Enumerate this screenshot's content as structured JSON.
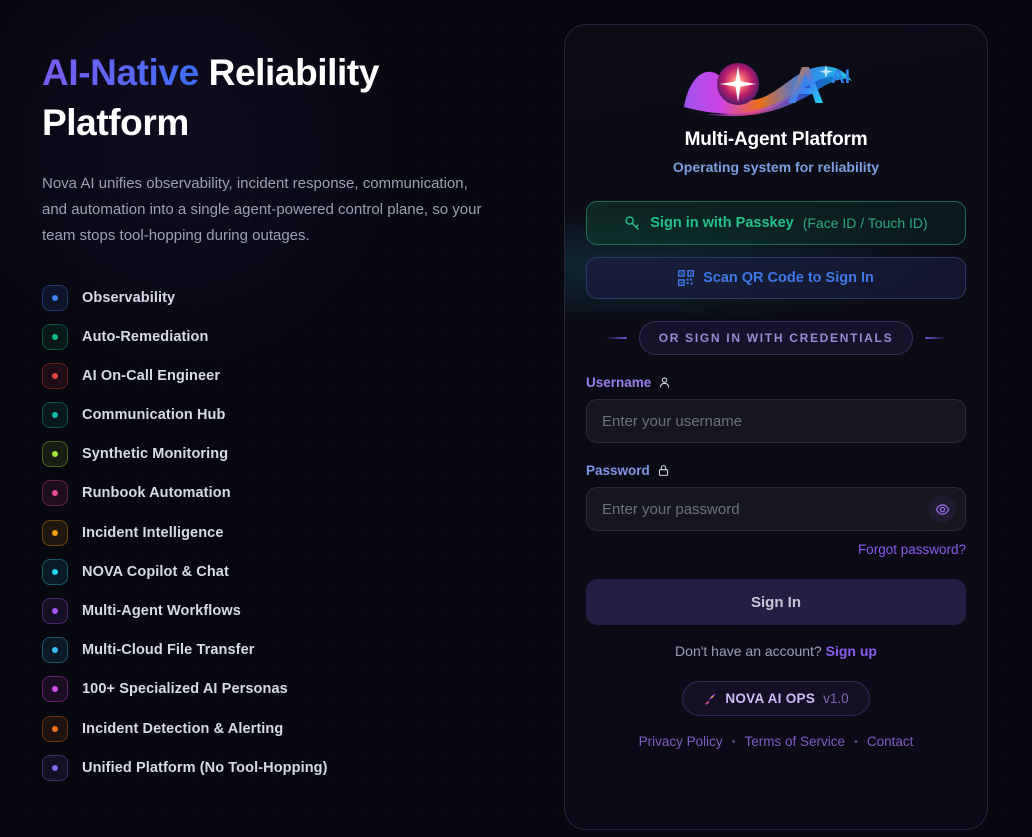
{
  "hero": {
    "headline_accent": "AI-Native",
    "headline_rest": " Reliability Platform",
    "paragraph": "Nova AI unifies observability, incident response, communication, and automation into a single agent-powered control plane, so your team stops tool-hopping during outages.",
    "accent_gradient_from": "#7c5cf0",
    "accent_gradient_to": "#3b6ef5"
  },
  "features": [
    {
      "label": "Observability",
      "color": "#3b82f6"
    },
    {
      "label": "Auto-Remediation",
      "color": "#10b981"
    },
    {
      "label": "AI On-Call Engineer",
      "color": "#ef4444"
    },
    {
      "label": "Communication Hub",
      "color": "#14b8a6"
    },
    {
      "label": "Synthetic Monitoring",
      "color": "#a3e635"
    },
    {
      "label": "Runbook Automation",
      "color": "#ec4899"
    },
    {
      "label": "Incident Intelligence",
      "color": "#f59e0b"
    },
    {
      "label": "NOVA Copilot & Chat",
      "color": "#22d3ee"
    },
    {
      "label": "Multi-Agent Workflows",
      "color": "#a855f7"
    },
    {
      "label": "Multi-Cloud File Transfer",
      "color": "#38bdf8"
    },
    {
      "label": "100+ Specialized AI Personas",
      "color": "#d946ef"
    },
    {
      "label": "Incident Detection & Alerting",
      "color": "#f97316"
    },
    {
      "label": "Unified Platform (No Tool-Hopping)",
      "color": "#7c6af5"
    }
  ],
  "card": {
    "logo_text": "NOVA",
    "logo_suffix": "AI",
    "title": "Multi-Agent Platform",
    "subtitle": "Operating system for reliability",
    "passkey": {
      "label": "Sign in with Passkey",
      "hint": "(Face ID / Touch ID)",
      "icon": "key-icon",
      "color": "#22c089"
    },
    "qr": {
      "label": "Scan QR Code to Sign In",
      "icon": "qr-code-icon",
      "color": "#3f76e8"
    },
    "divider_text": "OR SIGN IN WITH CREDENTIALS",
    "username": {
      "label": "Username",
      "icon": "user-icon",
      "placeholder": "Enter your username",
      "value": ""
    },
    "password": {
      "label": "Password",
      "icon": "lock-icon",
      "placeholder": "Enter your password",
      "value": "",
      "toggle_icon": "eye-icon"
    },
    "forgot_password": "Forgot password?",
    "signin_label": "Sign In",
    "signup_prompt": "Don't have an account?",
    "signup_link": "Sign up",
    "version_badge": {
      "icon": "rocket-icon",
      "name": "NOVA AI OPS",
      "version": "v1.0"
    },
    "footer": {
      "privacy": "Privacy Policy",
      "terms": "Terms of Service",
      "contact": "Contact",
      "separator": "•"
    }
  }
}
